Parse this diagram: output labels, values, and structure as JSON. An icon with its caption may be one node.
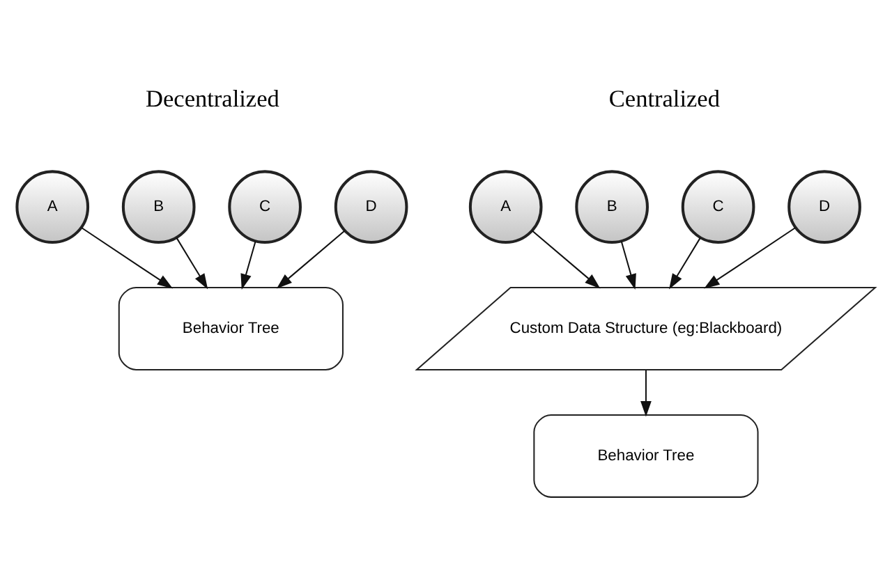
{
  "diagram": {
    "nodes": [
      {
        "text": [
          "A"
        ]
      },
      {
        "text": [
          "B"
        ]
      },
      {
        "text": [
          "C"
        ]
      },
      {
        "text": [
          "D"
        ]
      },
      {
        "text": [
          "Behavior Tree"
        ]
      },
      {
        "text": [
          "A"
        ]
      },
      {
        "text": [
          "B"
        ]
      },
      {
        "text": [
          "C"
        ]
      },
      {
        "text": [
          "D"
        ]
      },
      {
        "text": [
          "Custom Data Structure (eg:Blackboard)"
        ]
      },
      {
        "text": [
          "Behavior Tree"
        ]
      }
    ],
    "edges": [
      {
        "from": 0,
        "to": 4,
        "arrow": "to"
      },
      {
        "from": 1,
        "to": 4,
        "arrow": "to"
      },
      {
        "from": 2,
        "to": 4,
        "arrow": "to"
      },
      {
        "from": 3,
        "to": 4,
        "arrow": "to"
      },
      {
        "from": 5,
        "to": 9,
        "arrow": "to"
      },
      {
        "from": 6,
        "to": 9,
        "arrow": "to"
      },
      {
        "from": 7,
        "to": 9,
        "arrow": "to"
      },
      {
        "from": 8,
        "to": 9,
        "arrow": "to"
      },
      {
        "from": 9,
        "to": 10,
        "arrow": "to"
      }
    ],
    "labels": [
      "Decentralized",
      "Centralized"
    ]
  }
}
